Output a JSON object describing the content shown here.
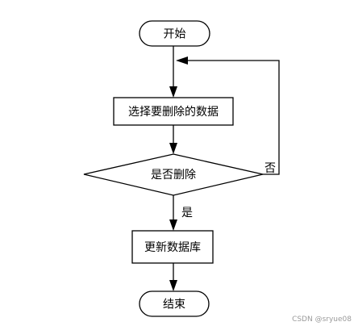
{
  "nodes": {
    "start": "开始",
    "select": "选择要删除的数据",
    "decision": "是否删除",
    "update": "更新数据库",
    "end": "结束"
  },
  "edges": {
    "yes": "是",
    "no": "否"
  },
  "watermark": "CSDN @sryue08"
}
